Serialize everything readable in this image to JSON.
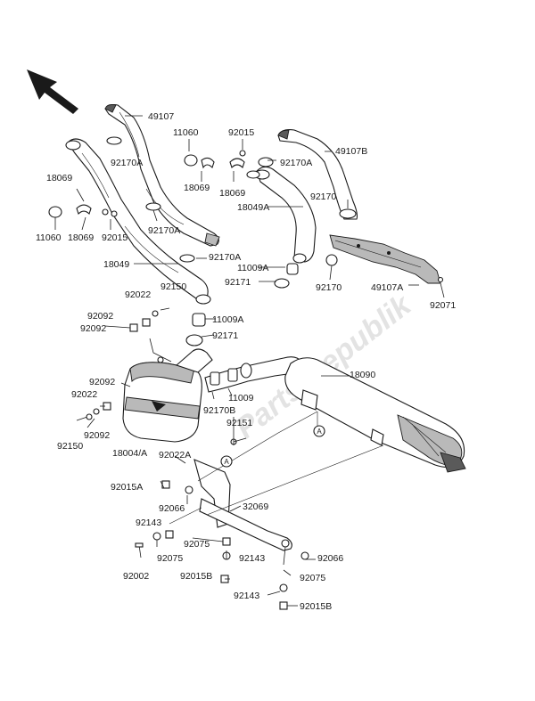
{
  "watermark": "Parts Republik",
  "callout": "A",
  "labels": {
    "l49107": "49107",
    "l11060a": "11060",
    "l92015a": "92015",
    "l49107b": "49107B",
    "l92170a_1": "92170A",
    "l18069a": "18069",
    "l18069b": "18069",
    "l92170a_2": "92170A",
    "l18069c": "18069",
    "l92170a": "92170",
    "l18049a": "18049A",
    "l11060b": "11060",
    "l18069d": "18069",
    "l92015b": "92015",
    "l92170a_3": "92170A",
    "l92170a_4": "92170A",
    "l11009a_1": "11009A",
    "l18049": "18049",
    "l92171a": "92171",
    "l92170b": "92170",
    "l49107a": "49107A",
    "l92022a": "92022",
    "l92150a": "92150",
    "l92071": "92071",
    "l92092a": "92092",
    "l92092b": "92092",
    "l11009a_2": "11009A",
    "l92171b": "92171",
    "l18090": "18090",
    "l92092c": "92092",
    "l92022b": "92022",
    "l11009": "11009",
    "l92170b_1": "92170B",
    "l92092d": "92092",
    "l92151": "92151",
    "l92150b": "92150",
    "l18004": "18004/A",
    "l92022a_1": "92022A",
    "l92015a_1": "92015A",
    "l92066a": "92066",
    "l32069": "32069",
    "l92143a": "92143",
    "l92075a": "92075",
    "l92075b": "92075",
    "l92066b": "92066",
    "l92143b": "92143",
    "l92002": "92002",
    "l92075c": "92075",
    "l92015b_1": "92015B",
    "l92143c": "92143",
    "l92015b_2": "92015B"
  }
}
